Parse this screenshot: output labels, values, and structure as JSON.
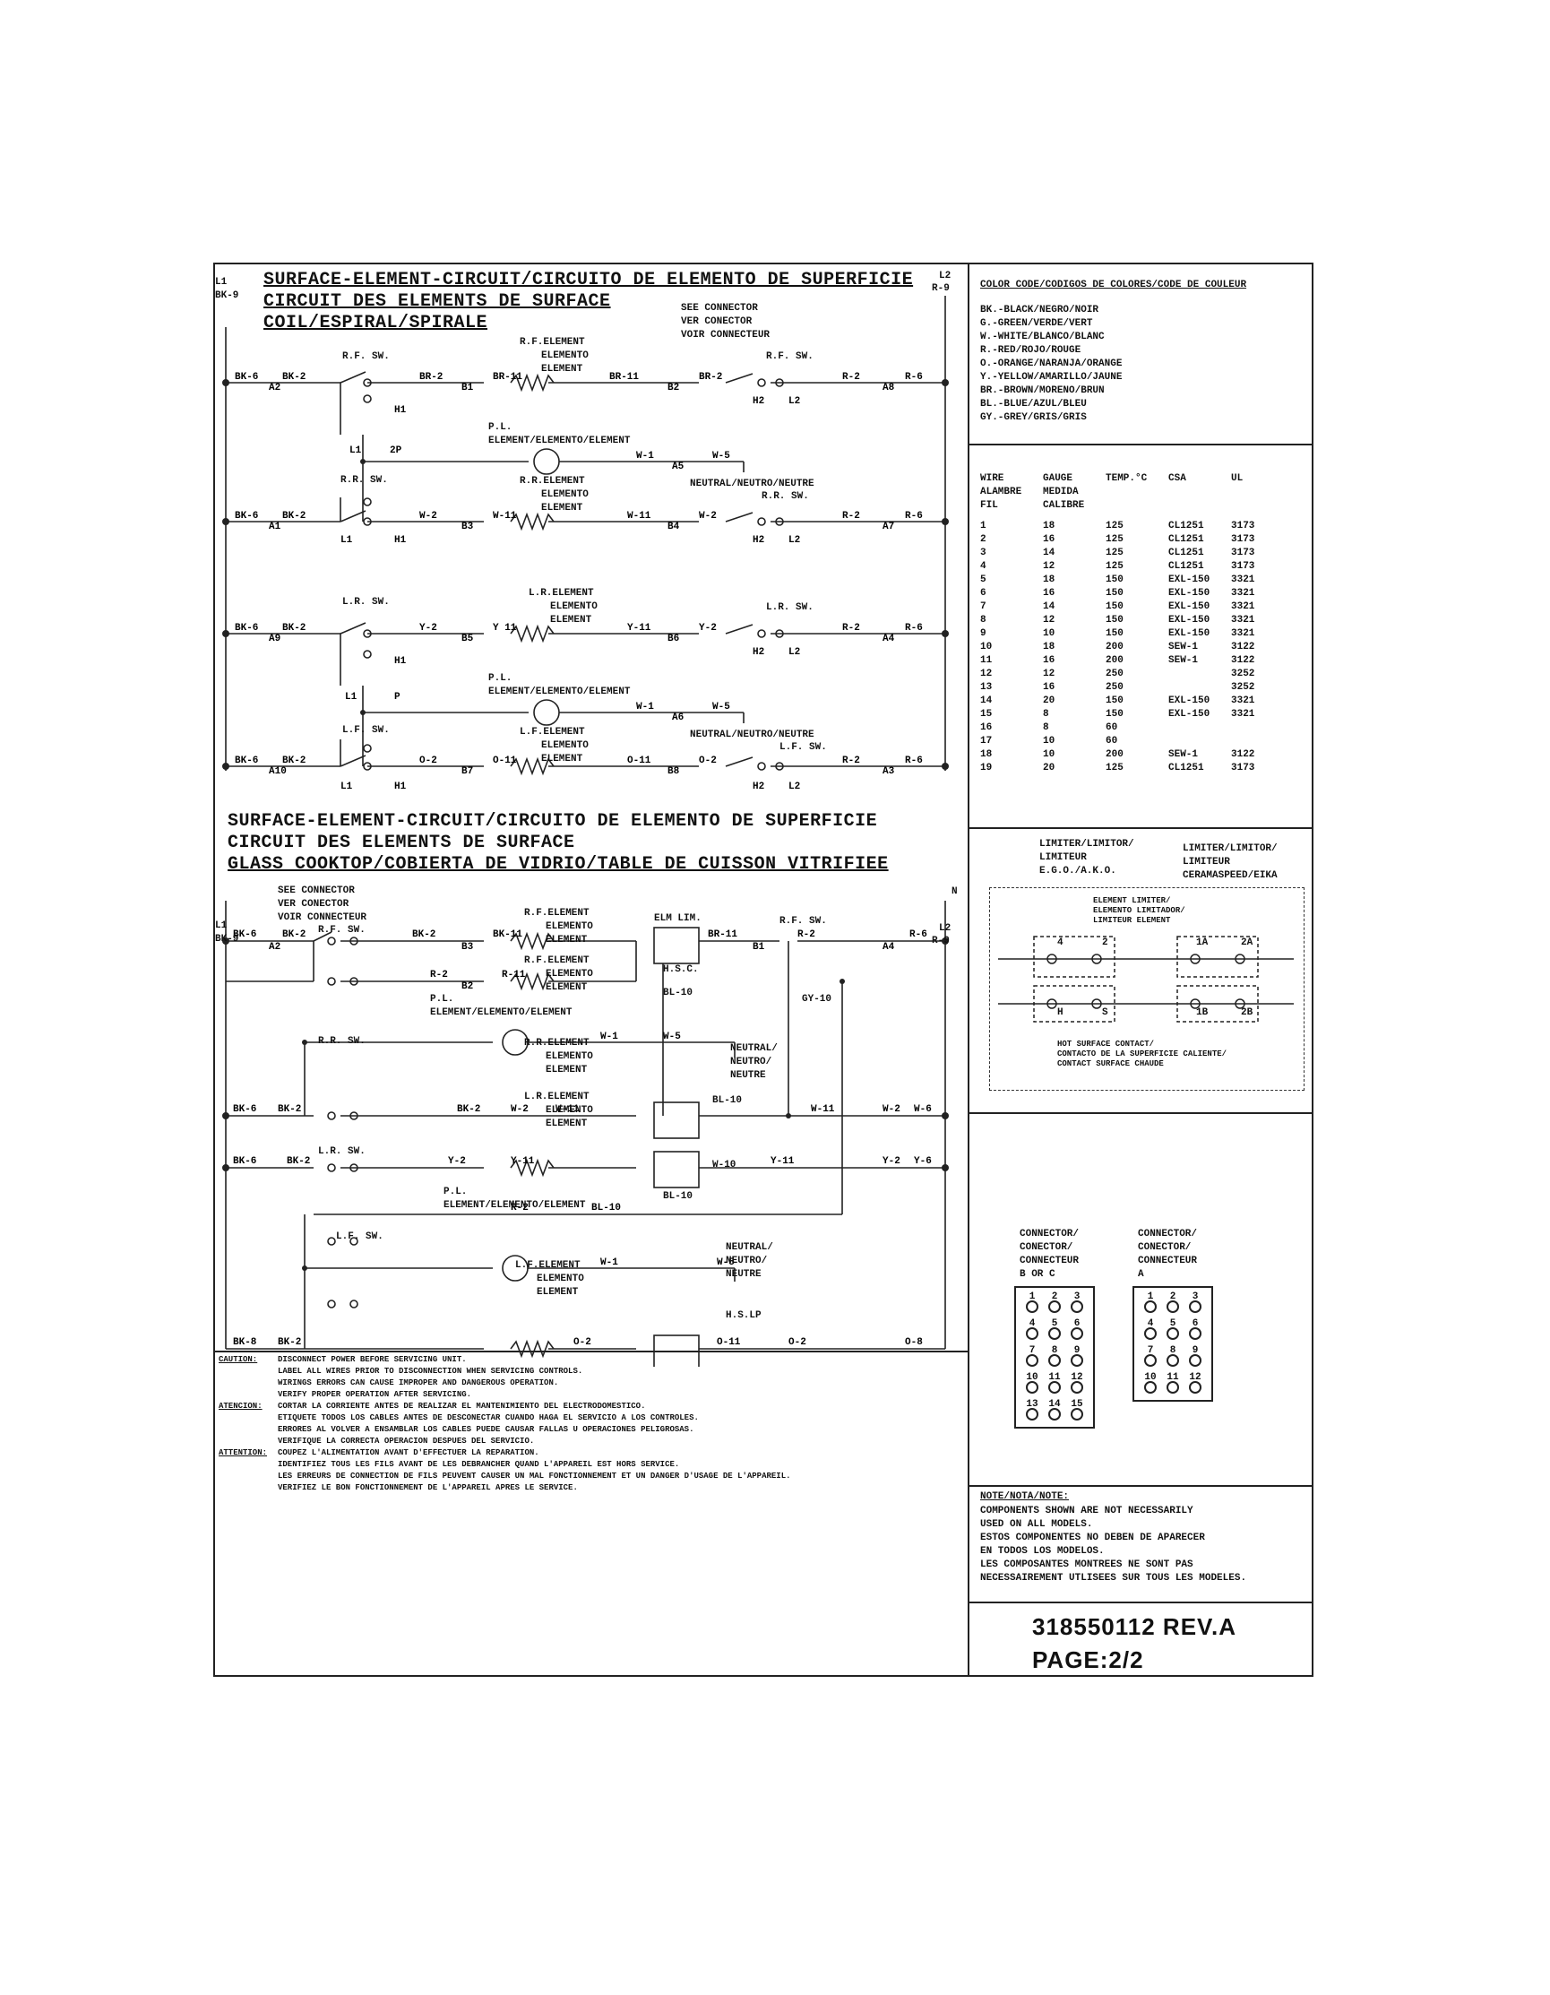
{
  "headings": {
    "coil_line1": "SURFACE-ELEMENT-CIRCUIT/CIRCUITO DE ELEMENTO DE SUPERFICIE",
    "coil_line2": "CIRCUIT DES ELEMENTS DE SURFACE",
    "coil_line3": "COIL/ESPIRAL/SPIRALE",
    "glass_line1": "SURFACE-ELEMENT-CIRCUIT/CIRCUITO DE ELEMENTO DE SUPERFICIE",
    "glass_line2": "CIRCUIT DES ELEMENTS DE SURFACE",
    "glass_line3": "GLASS COOKTOP/COBIERTA DE VIDRIO/TABLE DE CUISSON VITRIFIEE"
  },
  "see_connector": [
    "SEE CONNECTOR",
    "VER CONECTOR",
    "VOIR CONNECTEUR"
  ],
  "labels": {
    "L1": "L1",
    "L2": "L2",
    "BK9": "BK-9",
    "R9": "R-9",
    "N": "N",
    "rf_sw": "R.F. SW.",
    "rr_sw": "R.R. SW.",
    "lr_sw": "L.R. SW.",
    "lf_sw": "L.F. SW.",
    "rf_element": [
      "R.F.ELEMENT",
      "ELEMENTO",
      "ELEMENT"
    ],
    "rr_element": [
      "R.R.ELEMENT",
      "ELEMENTO",
      "ELEMENT"
    ],
    "lr_element": [
      "L.R.ELEMENT",
      "ELEMENTO",
      "ELEMENT"
    ],
    "lf_element": [
      "L.F.ELEMENT",
      "ELEMENTO",
      "ELEMENT"
    ],
    "pl": "P.L.",
    "pl_element": "ELEMENT/ELEMENTO/ELEMENT",
    "neutral": "NEUTRAL/NEUTRO/NEUTRE",
    "neutral_stack": [
      "NEUTRAL/",
      "NEUTRO/",
      "NEUTRE"
    ],
    "elm_lim": "ELM LIM.",
    "hsc": "H.S.C.",
    "hslp": "H.S.LP",
    "gy10": "GY-10",
    "bl10": "BL-10",
    "w10": "W-10"
  },
  "color_code": {
    "title": "COLOR CODE/CODIGOS DE COLORES/CODE DE COULEUR",
    "items": [
      "BK.-BLACK/NEGRO/NOIR",
      "G.-GREEN/VERDE/VERT",
      "W.-WHITE/BLANCO/BLANC",
      "R.-RED/ROJO/ROUGE",
      "O.-ORANGE/NARANJA/ORANGE",
      "Y.-YELLOW/AMARILLO/JAUNE",
      "BR.-BROWN/MORENO/BRUN",
      "BL.-BLUE/AZUL/BLEU",
      "GY.-GREY/GRIS/GRIS"
    ]
  },
  "gauge_table": {
    "headers": [
      "WIRE",
      "GAUGE",
      "TEMP.°C",
      "CSA",
      "UL"
    ],
    "headers2": [
      "ALAMBRE",
      "MEDIDA",
      "",
      "",
      ""
    ],
    "headers3": [
      "FIL",
      "CALIBRE",
      "",
      "",
      ""
    ],
    "rows": [
      [
        "1",
        "18",
        "125",
        "CL1251",
        "3173"
      ],
      [
        "2",
        "16",
        "125",
        "CL1251",
        "3173"
      ],
      [
        "3",
        "14",
        "125",
        "CL1251",
        "3173"
      ],
      [
        "4",
        "12",
        "125",
        "CL1251",
        "3173"
      ],
      [
        "5",
        "18",
        "150",
        "EXL-150",
        "3321"
      ],
      [
        "6",
        "16",
        "150",
        "EXL-150",
        "3321"
      ],
      [
        "7",
        "14",
        "150",
        "EXL-150",
        "3321"
      ],
      [
        "8",
        "12",
        "150",
        "EXL-150",
        "3321"
      ],
      [
        "9",
        "10",
        "150",
        "EXL-150",
        "3321"
      ],
      [
        "10",
        "18",
        "200",
        "SEW-1",
        "3122"
      ],
      [
        "11",
        "16",
        "200",
        "SEW-1",
        "3122"
      ],
      [
        "12",
        "12",
        "250",
        "",
        "3252"
      ],
      [
        "13",
        "16",
        "250",
        "",
        "3252"
      ],
      [
        "14",
        "20",
        "150",
        "EXL-150",
        "3321"
      ],
      [
        "15",
        "8",
        "150",
        "EXL-150",
        "3321"
      ],
      [
        "16",
        "8",
        "60",
        "",
        ""
      ],
      [
        "17",
        "10",
        "60",
        "",
        ""
      ],
      [
        "18",
        "10",
        "200",
        "SEW-1",
        "3122"
      ],
      [
        "19",
        "20",
        "125",
        "CL1251",
        "3173"
      ]
    ]
  },
  "limiter": {
    "left": [
      "LIMITER/LIMITOR/",
      "LIMITEUR",
      "E.G.O./A.K.O."
    ],
    "right": [
      "LIMITER/LIMITOR/",
      "LIMITEUR",
      "CERAMASPEED/EIKA"
    ],
    "element_limiter": [
      "ELEMENT LIMITER/",
      "ELEMENTO LIMITADOR/",
      "LIMITEUR ELEMENT"
    ],
    "hot_surface": [
      "HOT SURFACE CONTACT/",
      "CONTACTO DE LA SUPERFICIE CALIENTE/",
      "CONTACT SURFACE CHAUDE"
    ],
    "terms_left": [
      "4",
      "2",
      "H",
      "S"
    ],
    "terms_right": [
      "1A",
      "2A",
      "1B",
      "2B"
    ]
  },
  "connectors": {
    "bc": [
      "CONNECTOR/",
      "CONECTOR/",
      "CONNECTEUR",
      "B OR C"
    ],
    "a": [
      "CONNECTOR/",
      "CONECTOR/",
      "CONNECTEUR",
      "A"
    ],
    "bc_pins": [
      "1",
      "2",
      "3",
      "4",
      "5",
      "6",
      "7",
      "8",
      "9",
      "10",
      "11",
      "12",
      "13",
      "14",
      "15"
    ],
    "a_pins": [
      "1",
      "2",
      "3",
      "4",
      "5",
      "6",
      "7",
      "8",
      "9",
      "10",
      "11",
      "12"
    ]
  },
  "note": {
    "title": "NOTE/NOTA/NOTE:",
    "lines": [
      "COMPONENTS SHOWN ARE NOT NECESSARILY",
      "USED ON ALL MODELS.",
      "ESTOS COMPONENTES NO DEBEN DE APARECER",
      "EN TODOS LOS MODELOS.",
      "LES COMPOSANTES MONTREES NE SONT PAS",
      "NECESSAIREMENT UTLISEES SUR TOUS LES MODELES."
    ]
  },
  "caution": {
    "lines": [
      [
        "CAUTION:",
        "DISCONNECT POWER BEFORE SERVICING UNIT."
      ],
      [
        "",
        "LABEL ALL WIRES PRIOR TO DISCONNECTION WHEN SERVICING CONTROLS."
      ],
      [
        "",
        "WIRINGS ERRORS CAN CAUSE IMPROPER AND DANGEROUS OPERATION."
      ],
      [
        "",
        "VERIFY PROPER OPERATION AFTER SERVICING."
      ],
      [
        "ATENCION:",
        "CORTAR LA CORRIENTE ANTES DE REALIZAR EL MANTENIMIENTO DEL ELECTRODOMESTICO."
      ],
      [
        "",
        "ETIQUETE TODOS LOS CABLES ANTES DE DESCONECTAR CUANDO HAGA EL SERVICIO A LOS CONTROLES."
      ],
      [
        "",
        "ERRORES AL VOLVER A ENSAMBLAR LOS CABLES PUEDE CAUSAR FALLAS U OPERACIONES PELIGROSAS."
      ],
      [
        "",
        "VERIFIQUE LA CORRECTA OPERACION DESPUES DEL SERVICIO."
      ],
      [
        "ATTENTION:",
        "COUPEZ L'ALIMENTATION AVANT D'EFFECTUER LA REPARATION."
      ],
      [
        "",
        "IDENTIFIEZ TOUS LES FILS AVANT DE LES DEBRANCHER QUAND L'APPAREIL EST HORS SERVICE."
      ],
      [
        "",
        "LES ERREURS DE CONNECTION DE FILS PEUVENT CAUSER UN MAL FONCTIONNEMENT ET UN DANGER D'USAGE DE L'APPAREIL."
      ],
      [
        "",
        "VERIFIEZ LE BON FONCTIONNEMENT DE L'APPAREIL APRES LE SERVICE."
      ]
    ]
  },
  "doc": {
    "number": "318550112 REV.A",
    "page": "PAGE:2/2"
  }
}
